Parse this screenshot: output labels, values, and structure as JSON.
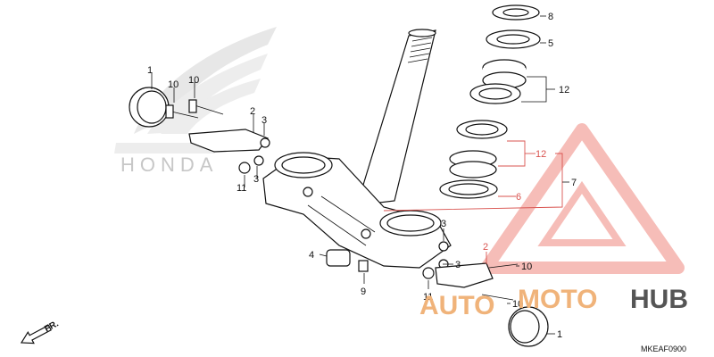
{
  "diagram": {
    "code": "MKEAF0900",
    "direction_marker": "FR.",
    "brand_mark": "HONDA",
    "watermark": {
      "part_a": "AUTO",
      "part_b": "MOTO",
      "part_c": "HUB"
    },
    "callouts": [
      {
        "id": "c1a",
        "text": "1",
        "color": "#111111"
      },
      {
        "id": "c10a",
        "text": "10",
        "color": "#111111"
      },
      {
        "id": "c10b",
        "text": "10",
        "color": "#111111"
      },
      {
        "id": "c2a",
        "text": "2",
        "color": "#111111"
      },
      {
        "id": "c3a",
        "text": "3",
        "color": "#111111"
      },
      {
        "id": "c3b",
        "text": "3",
        "color": "#111111"
      },
      {
        "id": "c11a",
        "text": "11",
        "color": "#111111"
      },
      {
        "id": "c8",
        "text": "8",
        "color": "#111111"
      },
      {
        "id": "c5",
        "text": "5",
        "color": "#111111"
      },
      {
        "id": "c12a",
        "text": "12",
        "color": "#111111"
      },
      {
        "id": "c12b",
        "text": "12",
        "color": "#d9534f"
      },
      {
        "id": "c7",
        "text": "7",
        "color": "#111111"
      },
      {
        "id": "c6",
        "text": "6",
        "color": "#d9534f"
      },
      {
        "id": "c3c",
        "text": "3",
        "color": "#111111"
      },
      {
        "id": "c3d",
        "text": "3",
        "color": "#111111"
      },
      {
        "id": "c2b",
        "text": "2",
        "color": "#d9534f"
      },
      {
        "id": "c4",
        "text": "4",
        "color": "#111111"
      },
      {
        "id": "c9",
        "text": "9",
        "color": "#111111"
      },
      {
        "id": "c11b",
        "text": "11",
        "color": "#111111"
      },
      {
        "id": "c10c",
        "text": "10",
        "color": "#111111"
      },
      {
        "id": "c10d",
        "text": "10",
        "color": "#111111"
      },
      {
        "id": "c1b",
        "text": "1",
        "color": "#111111"
      }
    ]
  }
}
